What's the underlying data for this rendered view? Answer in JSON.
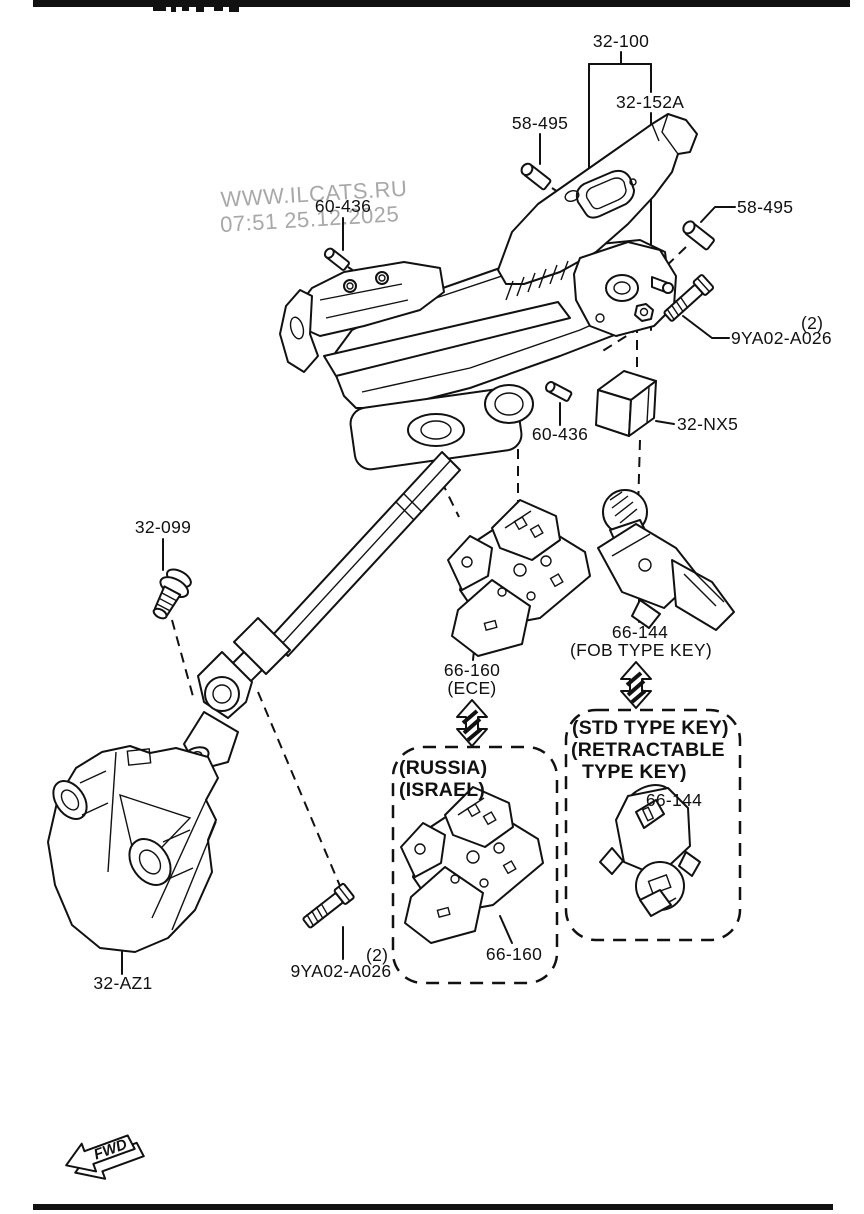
{
  "diagram_labels": {
    "col_assembly": "32-100",
    "col_jacket": "32-152A",
    "bolt_58_495_left": "58-495",
    "bolt_58_495_right": "58-495",
    "pin_60_436_upper": "60-436",
    "pin_60_436_lower": "60-436",
    "bolt_9ya02_upper": "9YA02-A026",
    "bolt_9ya02_upper_qty": "(2)",
    "bolt_9ya02_lower": "9YA02-A026",
    "bolt_9ya02_lower_qty": "(2)",
    "cap_32_nx5": "32-NX5",
    "stud_32_099": "32-099",
    "switch_66_160": "66-160",
    "switch_66_160_variant": "(ECE)",
    "key_66_144": "66-144",
    "key_66_144_variant": "(FOB TYPE KEY)",
    "box_switch_66_160": "66-160",
    "box_lock_66_144": "66-144",
    "bracket_32_az1": "32-AZ1"
  },
  "variant_boxes": {
    "russia_israel": {
      "line1": "(RUSSIA)",
      "line2": "(ISRAEL)"
    },
    "std_retractable": {
      "line1": "(STD TYPE KEY)",
      "line2": "(RETRACTABLE",
      "line3": "TYPE KEY)"
    }
  },
  "watermark": {
    "line1": "WWW.ILCATS.RU",
    "line2": "07:51 25.12.2025"
  },
  "direction_marker": "FWD",
  "colors": {
    "line": "#111111",
    "watermark": "#a8a8a8",
    "background": "#ffffff"
  }
}
